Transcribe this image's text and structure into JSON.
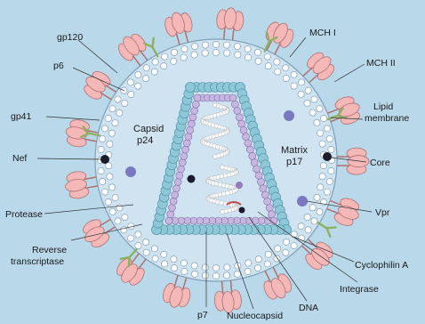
{
  "diagram": {
    "labels": {
      "gp120": "gp120",
      "p6": "p6",
      "gp41": "gp41",
      "nef": "Nef",
      "protease": "Protease",
      "reverse_transcriptase_line1": "Reverse",
      "reverse_transcriptase_line2": "transcriptase",
      "p7": "p7",
      "nucleocapsid": "Nucleocapsid",
      "dna": "DNA",
      "integrase": "Integrase",
      "cyclophilin_a": "Cyclophilin A",
      "vpr": "Vpr",
      "core": "Core",
      "lipid_membrane_line1": "Lipid",
      "lipid_membrane_line2": "membrane",
      "mch_ii": "MCH II",
      "mch_i": "MCH I",
      "capsid_line1": "Capsid",
      "capsid_line2": "p24",
      "matrix_line1": "Matrix",
      "matrix_line2": "p17"
    },
    "colors": {
      "background": "#b9d8ea",
      "envelope_fill": "#cfe3f1",
      "lipid_bead": "#ffffff",
      "matrix_bead": "#9fd0dc",
      "core_bead": "#8ec7d8",
      "core_inner_bead": "#c7b7e0",
      "spike_fill": "#f4b8b8",
      "spike_stroke": "#b07070",
      "stalk": "#8fb060",
      "rna_bead": "#ffffff",
      "protein_dark": "#1b1b2b",
      "protein_purple": "#7a78c0",
      "leader_line": "#333333"
    }
  }
}
